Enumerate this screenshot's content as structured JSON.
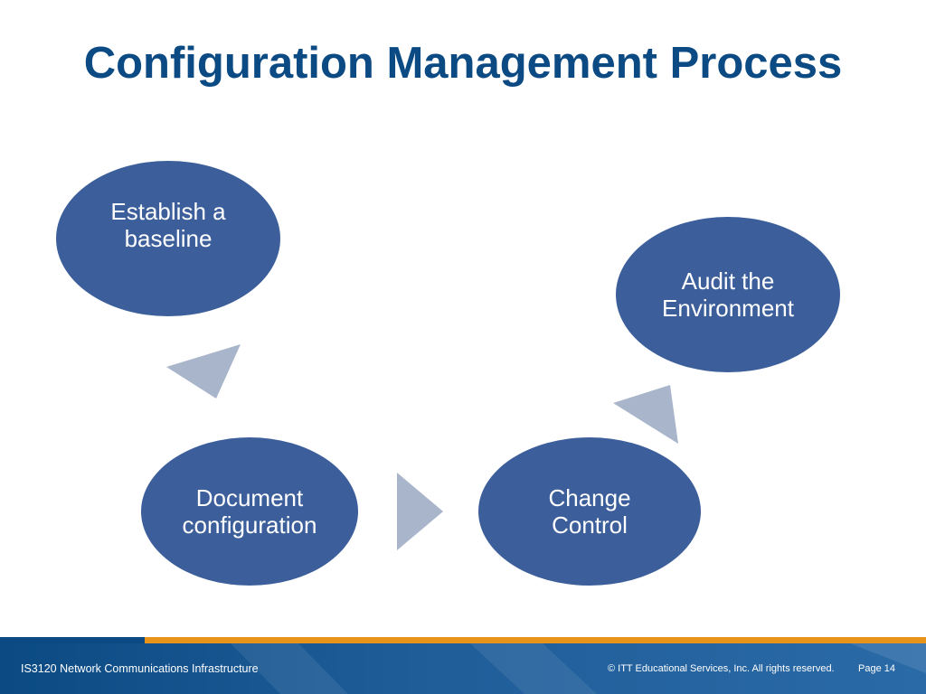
{
  "slide": {
    "title": "Configuration Management Process"
  },
  "diagram": {
    "nodes": [
      {
        "id": "baseline",
        "line1": "Establish a",
        "line2": "baseline"
      },
      {
        "id": "audit",
        "line1": "Audit the",
        "line2": "Environment"
      },
      {
        "id": "document",
        "line1": "Document",
        "line2": "configuration"
      },
      {
        "id": "change",
        "line1": "Change",
        "line2": "Control"
      }
    ],
    "colors": {
      "node_fill": "#3c5f9b",
      "arrow_fill": "#a9b5ca",
      "title": "#0b4a83"
    }
  },
  "footer": {
    "course": "IS3120 Network Communications Infrastructure",
    "copyright": "© ITT Educational Services, Inc. All rights reserved.",
    "page": "Page 14",
    "colors": {
      "band": "#0b4a83",
      "accent": "#e8941a"
    }
  }
}
